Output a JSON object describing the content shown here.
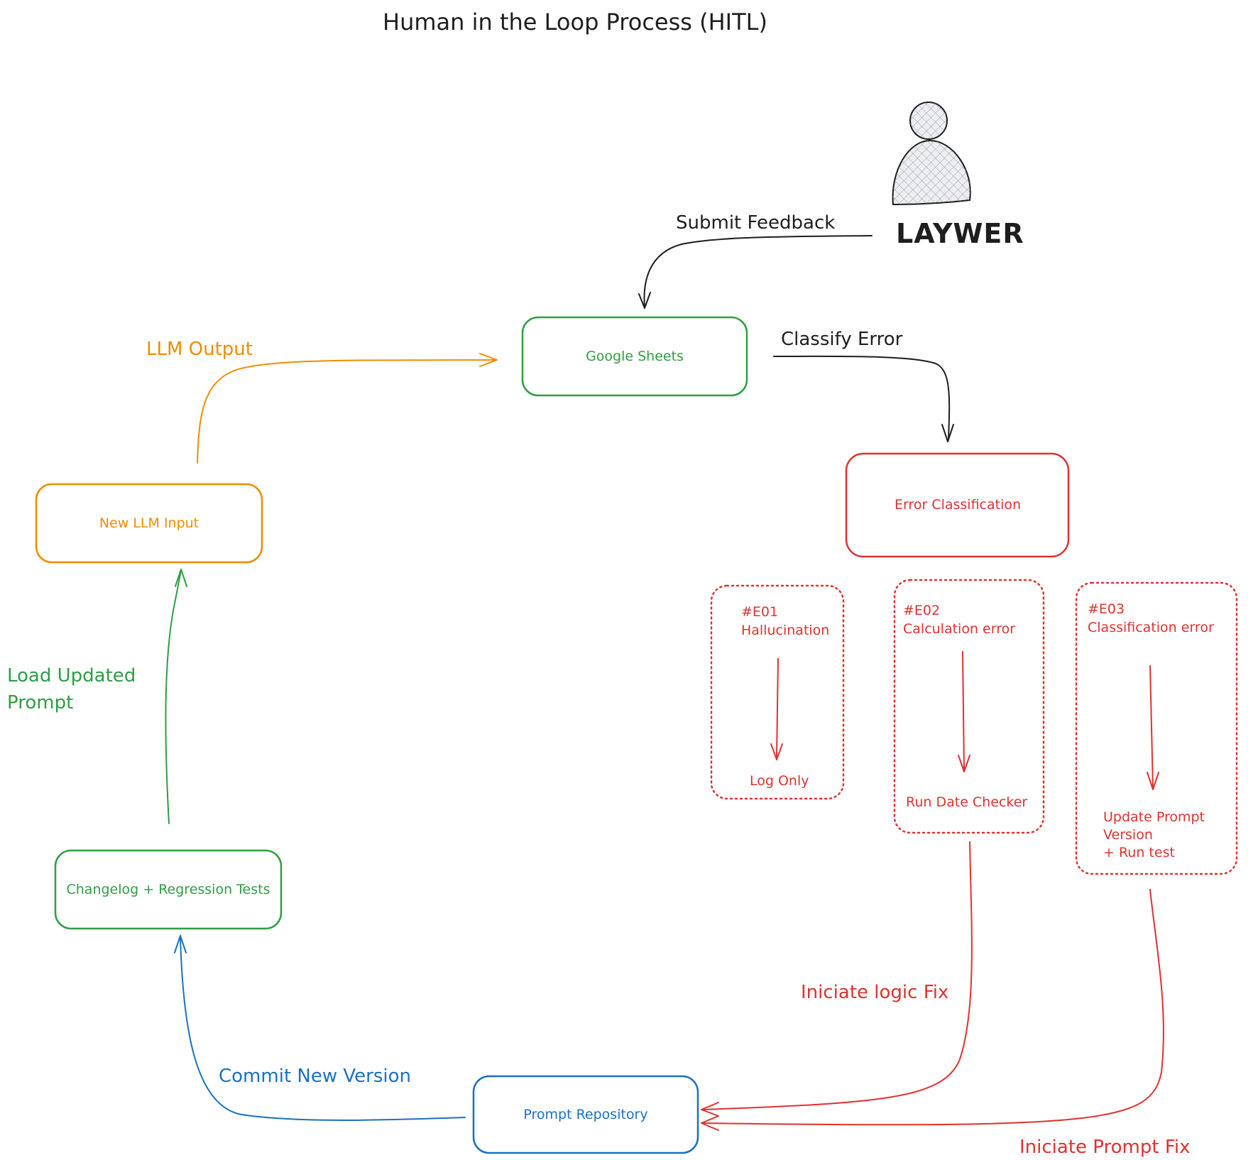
{
  "title": "Human in the Loop Process (HITL)",
  "colors": {
    "black": "#1e1e1e",
    "green": "#2f9e44",
    "orange": "#f08c00",
    "red": "#e03131",
    "blue": "#1971c2",
    "person_fill": "#e6e7ea"
  },
  "person": {
    "icon": "person-icon",
    "label": "LAYWER"
  },
  "nodes": {
    "google_sheets": "Google Sheets",
    "error_classification": "Error Classification",
    "new_llm_input": "New LLM Input",
    "changelog": "Changelog + Regression Tests",
    "prompt_repository": "Prompt Repository"
  },
  "error_types": [
    {
      "code": "#E01",
      "name": "Hallucination",
      "action": [
        "Log Only"
      ]
    },
    {
      "code": "#E02",
      "name": "Calculation error",
      "action": [
        "Run Date Checker"
      ]
    },
    {
      "code": "#E03",
      "name": "Classification error",
      "action": [
        "Update Prompt",
        "Version",
        "+ Run test"
      ]
    }
  ],
  "edges": {
    "submit_feedback": "Submit Feedback",
    "classify_error": "Classify Error",
    "llm_output": "LLM Output",
    "load_updated_prompt": [
      "Load Updated",
      "Prompt"
    ],
    "commit_new_version": "Commit New Version",
    "iniciate_logic_fix": "Iniciate logic Fix",
    "iniciate_prompt_fix": "Iniciate Prompt Fix"
  }
}
